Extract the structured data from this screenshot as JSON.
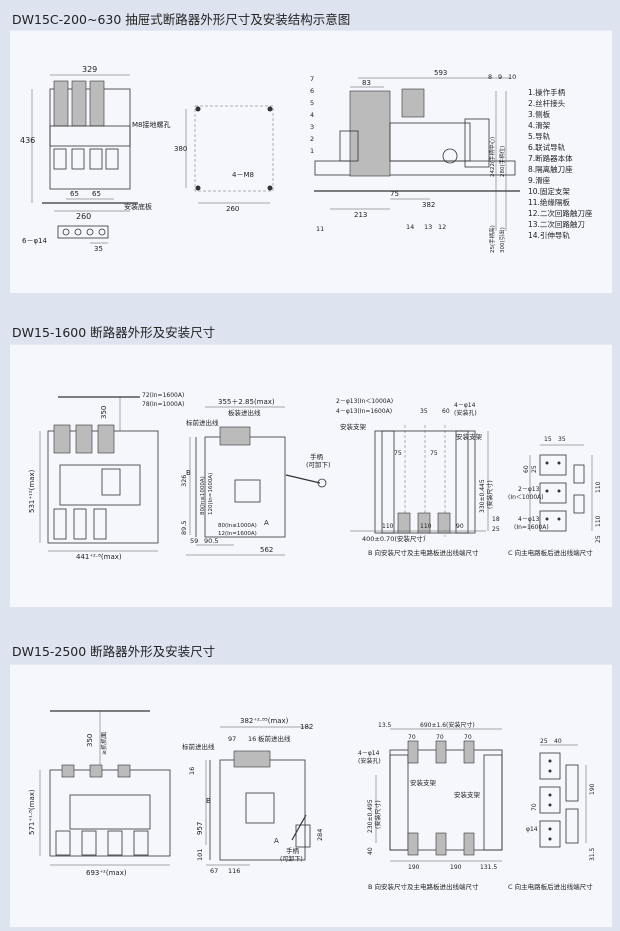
{
  "section1": {
    "title": "DW15C-200~630 抽屉式断路器外形尺寸及安装结构示意图",
    "dims_front": [
      "329",
      "436",
      "260",
      "65",
      "65",
      "6－φ14",
      "35"
    ],
    "label_ground": "M8接地螺孔",
    "label_base": "安装底板",
    "dims_mount": [
      "380",
      "4－M8",
      "260"
    ],
    "dims_side": [
      "593",
      "83",
      "213",
      "75",
      "382"
    ],
    "vertical_dims": [
      "25(手柄高)",
      "2422(手柄中心)",
      "280(手柄位)",
      "300(引出)"
    ],
    "callouts_left": [
      "7",
      "6",
      "5",
      "4",
      "3",
      "2",
      "1",
      "11"
    ],
    "callouts_top": [
      "8",
      "9",
      "10"
    ],
    "callouts_bottom": [
      "14",
      "13",
      "12"
    ],
    "legend": [
      "1.操作手柄",
      "2.丝杆接头",
      "3.侧板",
      "4.滑架",
      "5.导轨",
      "6.联试导轨",
      "7.断路器本体",
      "8.隔离触刀座",
      "9.滑座",
      "10.固定支架",
      "11.绝缘隔板",
      "12.二次回路触刀座",
      "13.二次回路触刀",
      "14.引伸导轨"
    ]
  },
  "section2": {
    "title": "DW15-1600 断路器外形及安装尺寸",
    "dims_front": [
      "350",
      "531⁺¹²(max)",
      "441⁺²·⁸(max)"
    ],
    "dims_side": [
      "72(In=1600A)",
      "78(In=1000A)",
      "355＋2.85(max)",
      "板装进出线",
      "标前进出线",
      "326",
      "89.5",
      "59",
      "90.5",
      "562",
      "B",
      "A",
      "手柄",
      "(可卸下)"
    ],
    "dims_side_small": [
      "80(In≤1000A)",
      "120(In=1600A)",
      "80(In≤1000A)",
      "12(In=1600A)"
    ],
    "dims_install": [
      "2－φ13(In＜1000A)",
      "4－φ13(In=1600A)",
      "35",
      "60",
      "4－φ14",
      "(安装孔)",
      "安装支架",
      "安装支架",
      "75",
      "75",
      "110",
      "110",
      "90",
      "400±0.70(安装尺寸)",
      "330±0.445",
      "(安装尺寸)",
      "18",
      "25"
    ],
    "dims_terminal": [
      "15",
      "35",
      "60",
      "25",
      "2－φ13",
      "(In＜1000A)",
      "110",
      "4－φ13",
      "(In=1600A)",
      "110",
      "25"
    ],
    "caption_b": "B 向安装尺寸及主电路板进出线端尺寸",
    "caption_c": "C 向主电路板后进出线端尺寸"
  },
  "section3": {
    "title": "DW15-2500 断路器外形及安装尺寸",
    "dims_front": [
      "350",
      "≥抓抓面",
      "571⁺¹·⁸(max)",
      "693⁺²(max)"
    ],
    "dims_side": [
      "382⁺²·⁸⁵(max)",
      "182",
      "标前进出线",
      "16",
      "97",
      "16",
      "板前进出线",
      "B",
      "957",
      "101",
      "67",
      "116",
      "284",
      "手柄",
      "(可卸下)",
      "A"
    ],
    "dims_install": [
      "13.5",
      "690±1.6(安装尺寸)",
      "70",
      "70",
      "70",
      "4－φ14",
      "(安装孔)",
      "安装支架",
      "安装支架",
      "230±0.495",
      "(安装尺寸)",
      "40",
      "190",
      "190",
      "131.5"
    ],
    "dims_terminal": [
      "25",
      "40",
      "70",
      "φ14",
      "190",
      "31.5"
    ],
    "caption_b": "B 向安装尺寸及主电路板进出线端尺寸",
    "caption_c": "C 向主电路板后进出线端尺寸"
  }
}
